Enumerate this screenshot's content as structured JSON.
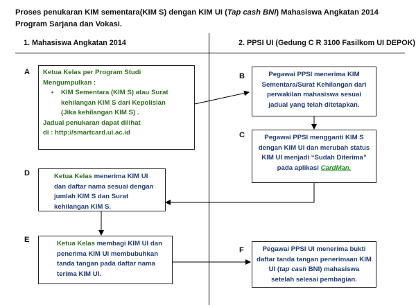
{
  "title": {
    "prefix": "Proses penukaran KIM sementara(KIM S) dengan KIM UI (",
    "italic": "Tap cash BNI",
    "suffix": ") Mahasiswa Angkatan 2014 Program Sarjana dan Vokasi."
  },
  "columns": {
    "left": "1.     Mahasiswa Angkatan 2014",
    "right": "2.    PPSI UI (Gedung C R 3100 Fasilkom UI DEPOK)"
  },
  "steps": {
    "A": {
      "letter": "A",
      "line1": "Ketua Kelas per Program Studi",
      "line2": "Mengumpulkan :",
      "bullet": "KIM Sementara (KIM S) atau Surat kehilangan KIM S dari Kepolisian (Jika kehilangan KIM S) .",
      "line3": "Jadual penukaran dapat dilihat",
      "line4": "di :   http://smartcard.ui.ac.id"
    },
    "B": {
      "letter": "B",
      "text": "Pegawai PPSI menerima KIM Sementara/Surat Kehilangan dari perwakilan mahasiswa sesuai jadual yang telah ditetapkan."
    },
    "C": {
      "letter": "C",
      "text": "Pegawai PPSI mengganti KIM S dengan KIM UI dan merubah status KIM UI  menjadi “Sudah Diterima” pada aplikasi ",
      "link": "CardMan."
    },
    "D": {
      "letter": "D",
      "keyword": "Ketua Kelas",
      "text": " menerima KIM UI dan daftar nama sesuai dengan jumlah KIM S dan Surat kehilangan KIM S."
    },
    "E": {
      "letter": "E",
      "keyword": "Ketua Kelas",
      "text": " membagi KIM UI dan penerima KIM UI membubuhkan tanda tangan pada daftar nama terima KIM UI."
    },
    "F": {
      "letter": "F",
      "text_a": "Pegawai PPSI UI menerima bukti daftar tanda tangan penerimaan KIM UI (",
      "italic": "tap cash",
      "text_b": " BNI) mahasiswa setelah selesai pembagian."
    }
  }
}
